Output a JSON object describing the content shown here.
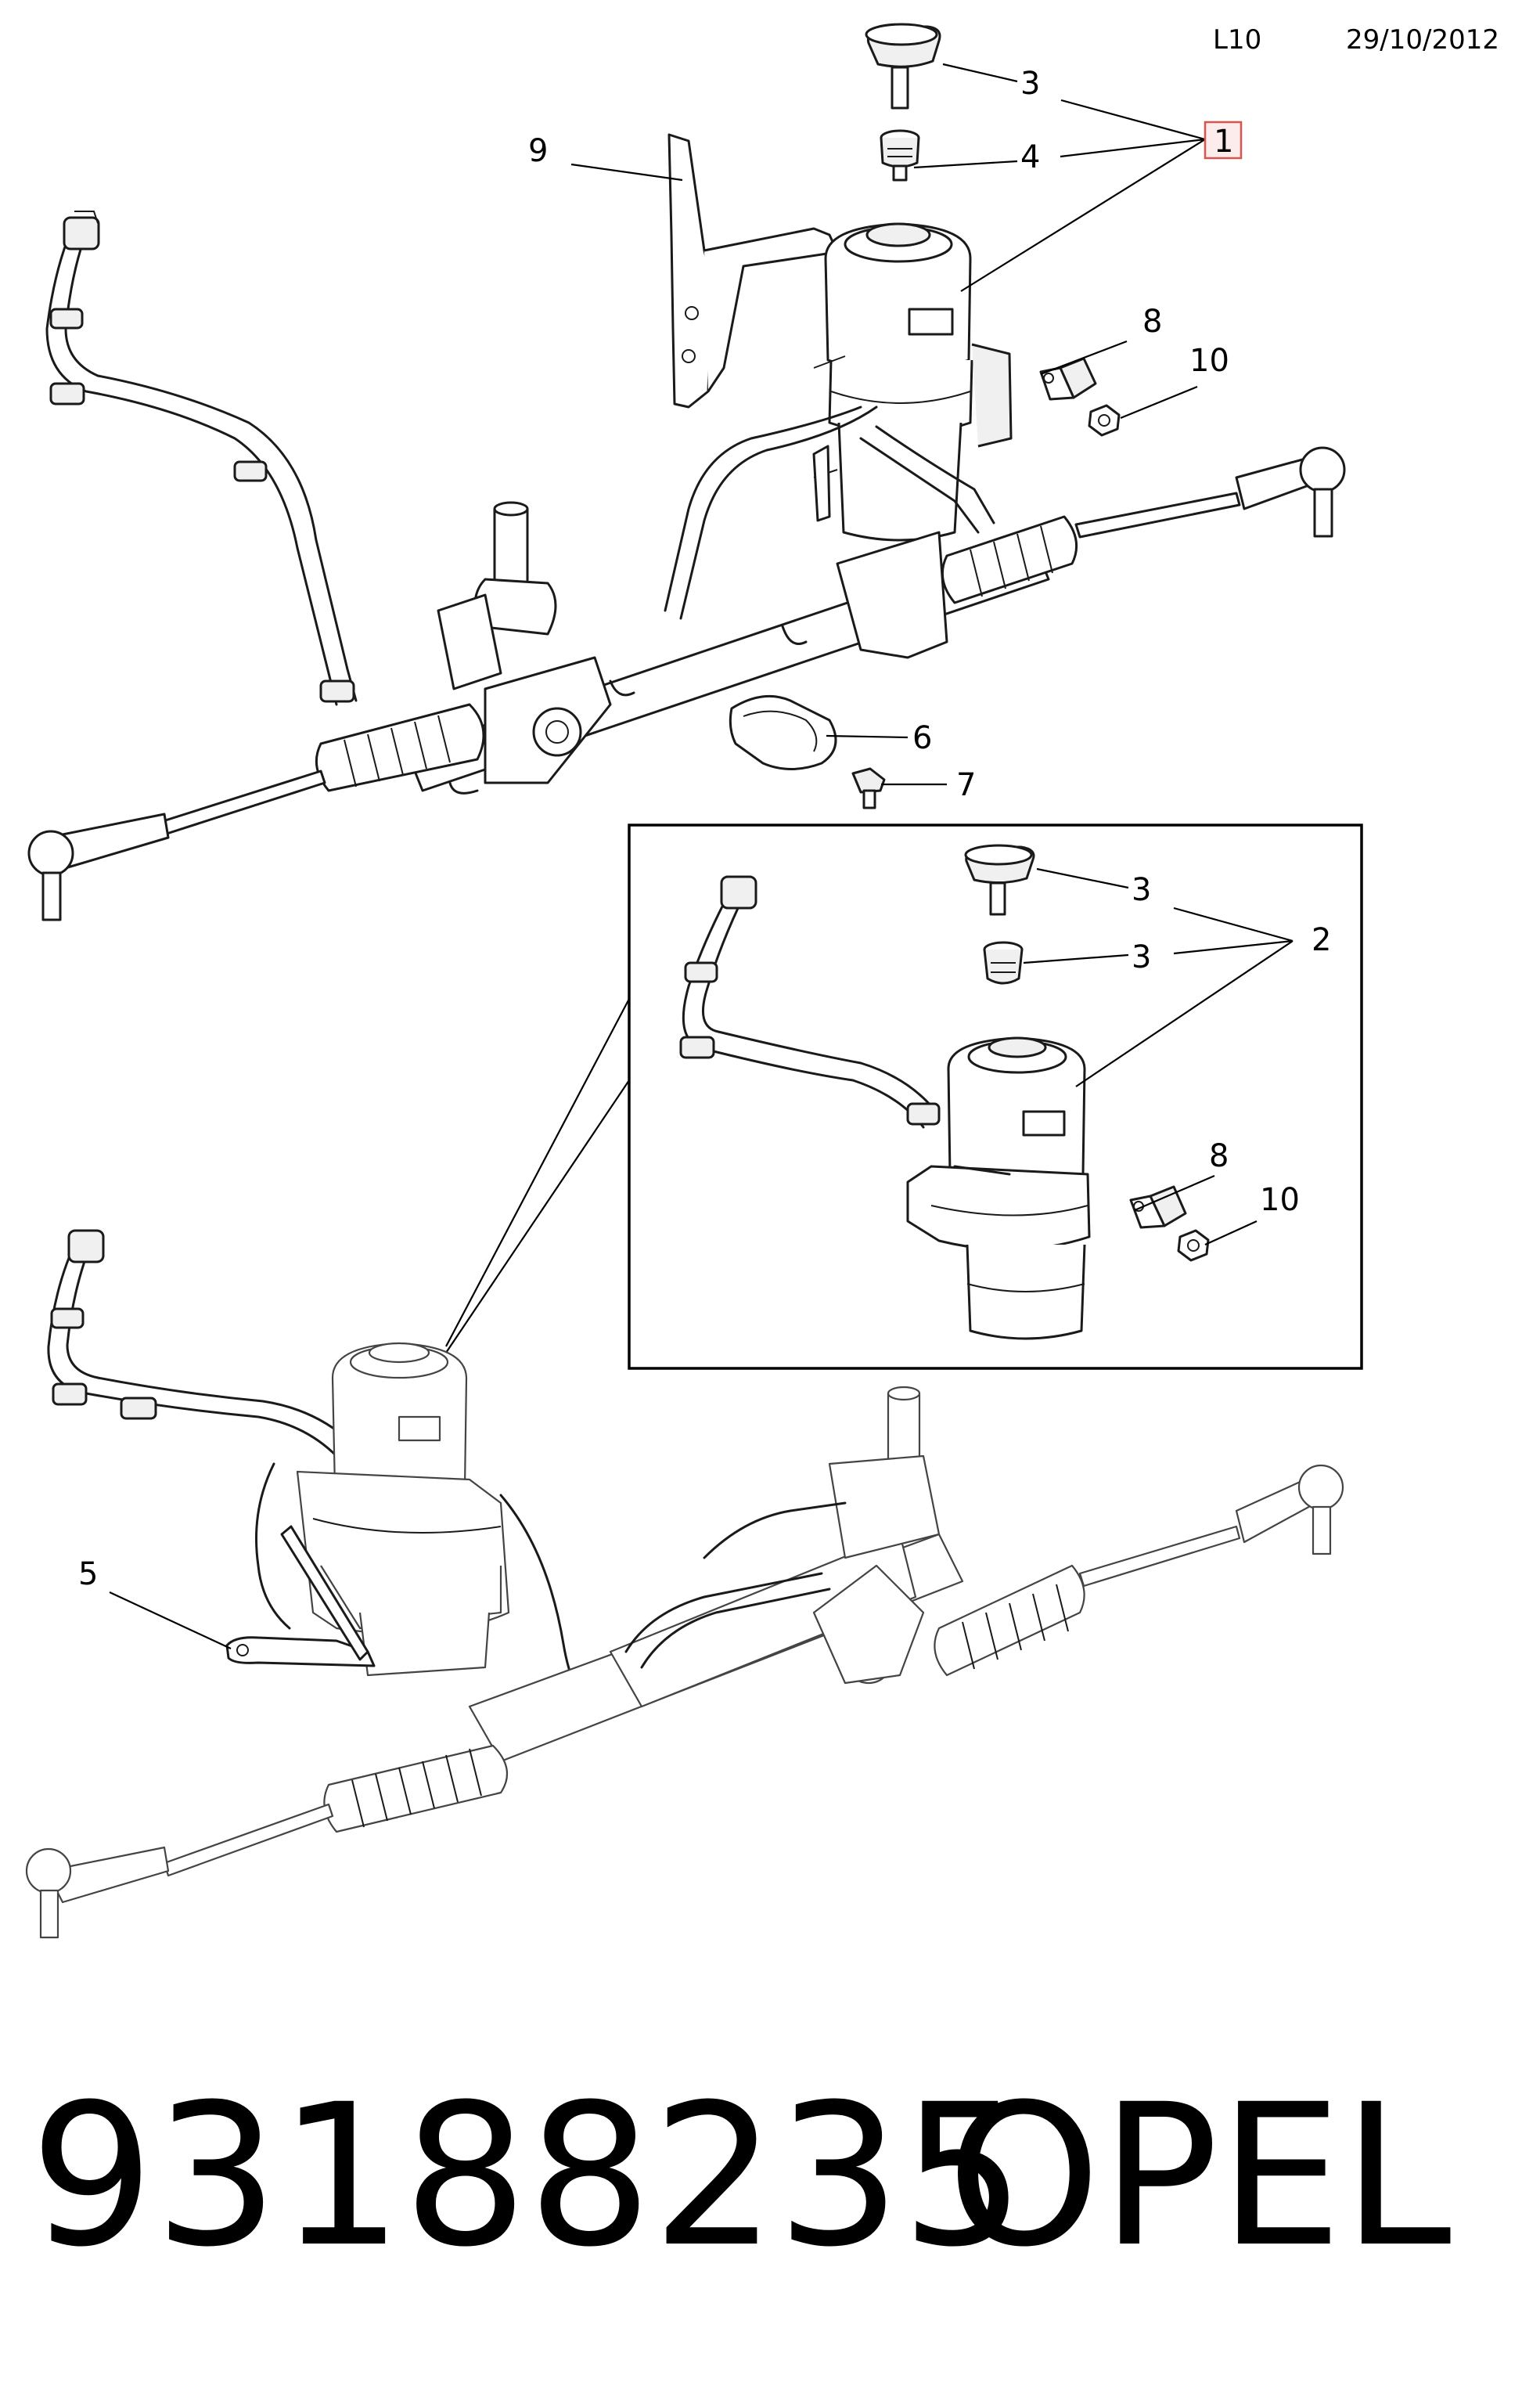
{
  "header": {
    "code": "L10",
    "date": "29/10/2012"
  },
  "callouts": {
    "c1": "1",
    "c2": "2",
    "c3_top": "3",
    "c4_top": "4",
    "c5": "5",
    "c6": "6",
    "c7": "7",
    "c8_top": "8",
    "c9": "9",
    "c10_top": "10",
    "c3_inset_a": "3",
    "c3_inset_b": "3",
    "c8_inset": "8",
    "c10_inset": "10"
  },
  "footer": {
    "part_number": "93188235",
    "brand": "OPEL"
  },
  "colors": {
    "highlight_box_border": "#d9534f",
    "highlight_box_fill": "#fdecec",
    "line": "#000000"
  }
}
